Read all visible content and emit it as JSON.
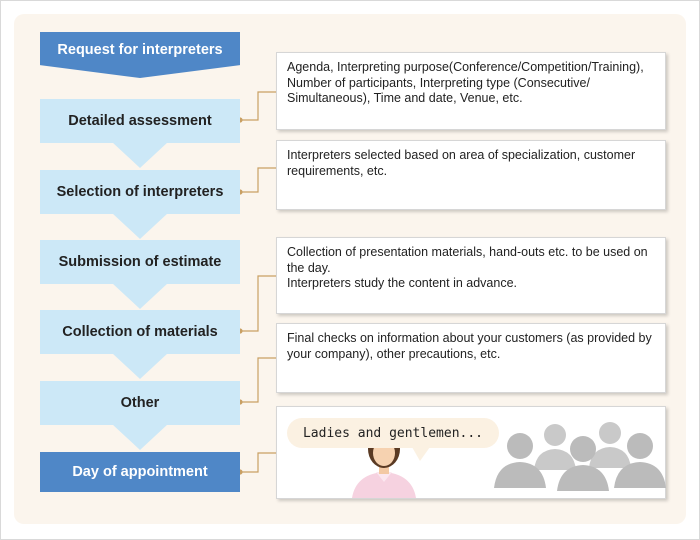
{
  "steps": [
    {
      "label": "Request for interpreters"
    },
    {
      "label": "Detailed assessment"
    },
    {
      "label": "Selection of interpreters"
    },
    {
      "label": "Submission of estimate"
    },
    {
      "label": "Collection of materials"
    },
    {
      "label": "Other"
    },
    {
      "label": "Day of appointment"
    }
  ],
  "notes": {
    "assessment": "Agenda, Interpreting purpose(Conference/Competition/Training), Number of participants, Interpreting type (Consecutive/ Simultaneous), Time and date, Venue, etc.",
    "selection": "Interpreters selected based on area of specialization, customer requirements, etc.",
    "materials_line1": "Collection of presentation materials, hand-outs etc. to be used on the day.",
    "materials_line2": "Interpreters study the content in advance.",
    "other": "Final checks on information about your customers (as provided by your company), other precautions, etc."
  },
  "speech_bubble": "Ladies and gentlemen...",
  "colors": {
    "step_light": "#cce8f7",
    "step_dark": "#4f87c7",
    "connector": "#c9a064",
    "panel": "#fbf5ed"
  }
}
